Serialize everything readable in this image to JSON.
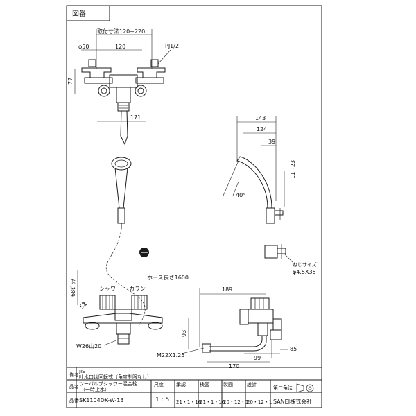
{
  "title_box": {
    "label": "図番"
  },
  "dimensions": {
    "mount_range": "取付寸法120~220",
    "dia50": "φ50",
    "d120": "120",
    "pj": "PJ1/2",
    "d77": "77",
    "d171": "171",
    "d143": "143",
    "d124": "124",
    "d39": "39",
    "d11_23": "11~23",
    "angle40": "40°",
    "screw_size_label": "ねじサイズ",
    "screw_size": "φ4.5X35",
    "hose_length": "ホース長さ1600",
    "d68": "68ﾋﾞｯﾁ",
    "d52": "52",
    "w26": "W26山20",
    "m22": "M22X1.25",
    "d189": "189",
    "d93": "93",
    "d170": "170",
    "d99": "99",
    "d85": "85"
  },
  "labels": {
    "shower": "シャワ",
    "faucet": "カラン"
  },
  "title_block": {
    "remarks_header": "備考",
    "remarks_line1": "JIS",
    "remarks_line2": "吐水口は回転式（角度制限なし）",
    "name_header": "品名",
    "name_line1": "ツーバルブシャワー混合栓",
    "name_line2": "（一時止水）",
    "number_header": "品番",
    "part_number": "SK1104DK-W-13",
    "scale_header": "尺度",
    "scale": "1 : 5",
    "drafted_header": "承認",
    "drafted_date": "21・1・16",
    "checked_header": "検図",
    "checked_date": "21・1・16",
    "drawn_header": "製図",
    "drawn_date": "20・12・1",
    "design_header": "設計",
    "design_date": "20・12・1",
    "projection": "第三角法",
    "company": "SANEI株式会社"
  }
}
